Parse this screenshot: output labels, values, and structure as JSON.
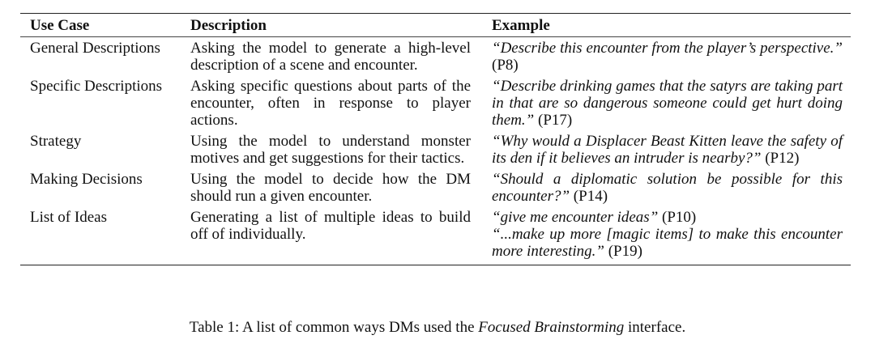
{
  "table": {
    "headers": [
      "Use Case",
      "Description",
      "Example"
    ],
    "rows": [
      {
        "use_case": "General Descriptions",
        "description": "Asking the model to generate a high-level description of a scene and encounter.",
        "examples": [
          {
            "quote": "“Describe this encounter from the player’s perspective.”",
            "ref": " (P8)"
          }
        ]
      },
      {
        "use_case": "Specific Descriptions",
        "description": "Asking specific questions about parts of the encounter, often in response to player actions.",
        "examples": [
          {
            "quote": "“Describe drinking games that the satyrs are taking part in that are so dangerous someone could get hurt doing them.”",
            "ref": " (P17)"
          }
        ]
      },
      {
        "use_case": "Strategy",
        "description": "Using the model to understand monster motives and get suggestions for their tactics.",
        "examples": [
          {
            "quote": "“Why would a Displacer Beast Kitten leave the safety of its den if it believes an intruder is nearby?”",
            "ref": " (P12)"
          }
        ]
      },
      {
        "use_case": "Making Decisions",
        "description": "Using the model to decide how the DM should run a given encounter.",
        "examples": [
          {
            "quote": "“Should a diplomatic solution be possible for this encounter?”",
            "ref": " (P14)"
          }
        ]
      },
      {
        "use_case": "List of Ideas",
        "description": "Generating a list of multiple ideas to build off of individually.",
        "examples": [
          {
            "quote": "“give me encounter ideas”",
            "ref": " (P10)"
          },
          {
            "quote": "“...make up more [magic items] to make this encounter more interesting.”",
            "ref": " (P19)"
          }
        ]
      }
    ]
  },
  "caption": {
    "prefix": "Table 1: A list of common ways DMs used the ",
    "emphasis": "Focused Brainstorming",
    "suffix": " interface."
  }
}
